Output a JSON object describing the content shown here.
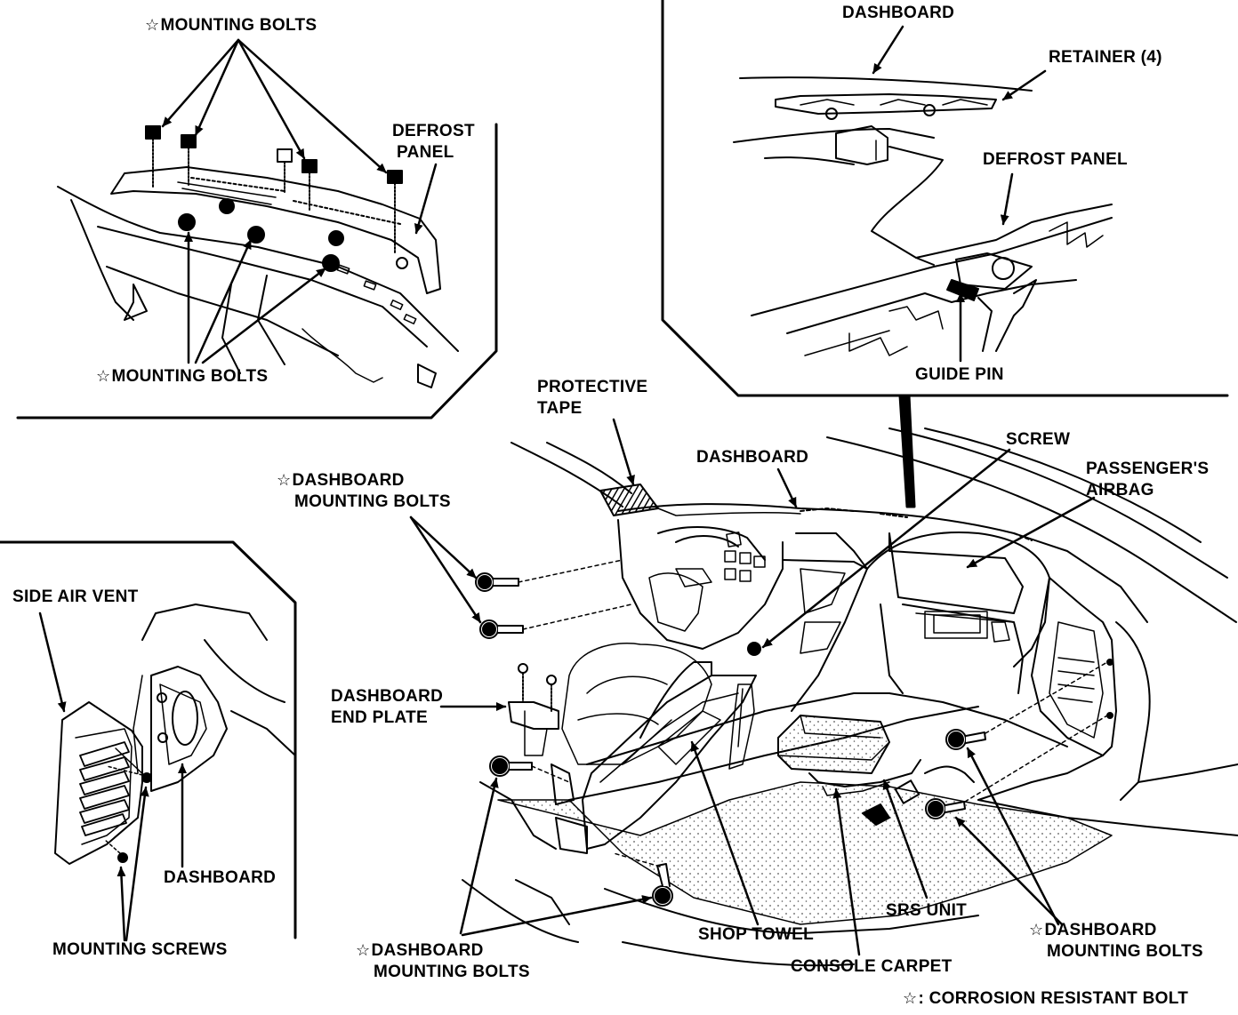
{
  "colors": {
    "ink": "#000000",
    "paper": "#ffffff",
    "stipple": "#555555"
  },
  "star_symbol": "☆",
  "labels": {
    "mounting_bolts_top": "MOUNTING BOLTS",
    "defrost_panel_left": [
      "DEFROST",
      "PANEL"
    ],
    "mounting_bolts_lower": "MOUNTING BOLTS",
    "dashboard_top": "DASHBOARD",
    "retainer": "RETAINER (4)",
    "defrost_panel_right": "DEFROST PANEL",
    "guide_pin": "GUIDE PIN",
    "protective_tape": [
      "PROTECTIVE",
      "TAPE"
    ],
    "dashboard_main": "DASHBOARD",
    "screw": "SCREW",
    "passengers_airbag": [
      "PASSENGER'S",
      "AIRBAG"
    ],
    "dashboard_mounting_bolts_upper": [
      "DASHBOARD",
      "MOUNTING BOLTS"
    ],
    "side_air_vent": "SIDE AIR VENT",
    "dashboard_end_plate": [
      "DASHBOARD",
      "END PLATE"
    ],
    "dashboard_side": "DASHBOARD",
    "mounting_screws": "MOUNTING SCREWS",
    "dashboard_mounting_bolts_lower": [
      "DASHBOARD",
      "MOUNTING BOLTS"
    ],
    "shop_towel": "SHOP TOWEL",
    "srs_unit": "SRS UNIT",
    "console_carpet": "CONSOLE CARPET",
    "dashboard_mounting_bolts_right": [
      "DASHBOARD",
      "MOUNTING BOLTS"
    ],
    "legend": ": CORROSION RESISTANT BOLT"
  }
}
